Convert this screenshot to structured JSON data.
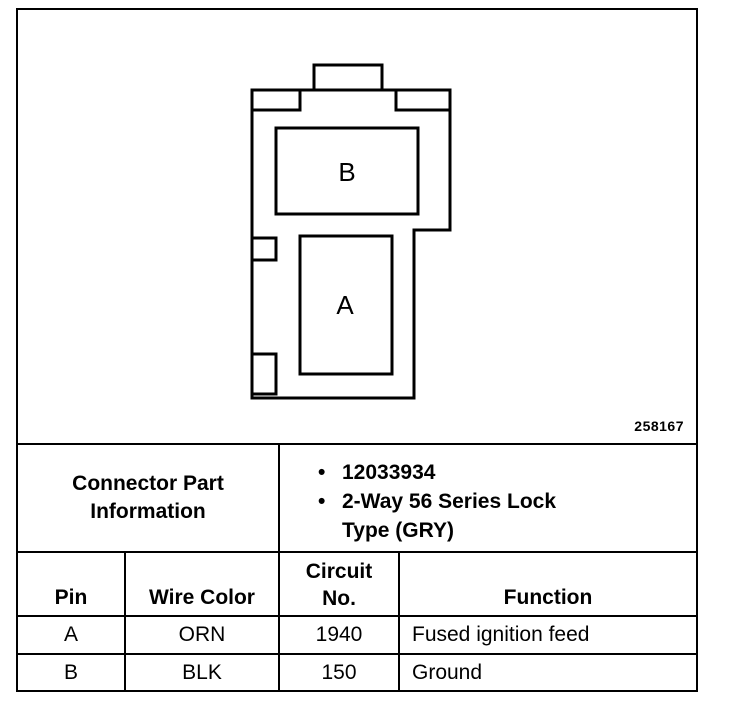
{
  "diagram": {
    "cavity_b_label": "B",
    "cavity_a_label": "A",
    "reference_number": "258167"
  },
  "connector_info": {
    "title_line1": "Connector Part",
    "title_line2": "Information",
    "part_number": "12033934",
    "description_line1": "2-Way 56 Series Lock",
    "description_line2": "Type (GRY)"
  },
  "table": {
    "headers": {
      "pin": "Pin",
      "wire_color": "Wire Color",
      "circuit_line1": "Circuit",
      "circuit_line2": "No.",
      "function": "Function"
    },
    "rows": [
      {
        "pin": "A",
        "wire_color": "ORN",
        "circuit": "1940",
        "function": "Fused ignition feed"
      },
      {
        "pin": "B",
        "wire_color": "BLK",
        "circuit": "150",
        "function": "Ground"
      }
    ]
  }
}
